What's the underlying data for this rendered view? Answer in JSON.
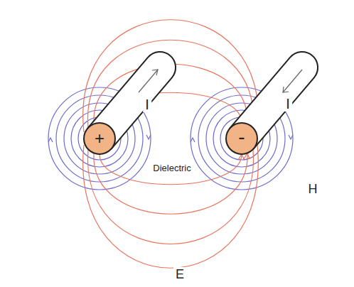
{
  "diagram": {
    "labels": [
      "+",
      "I",
      "-",
      "I",
      "Dielectric",
      "H",
      "E"
    ]
  }
}
